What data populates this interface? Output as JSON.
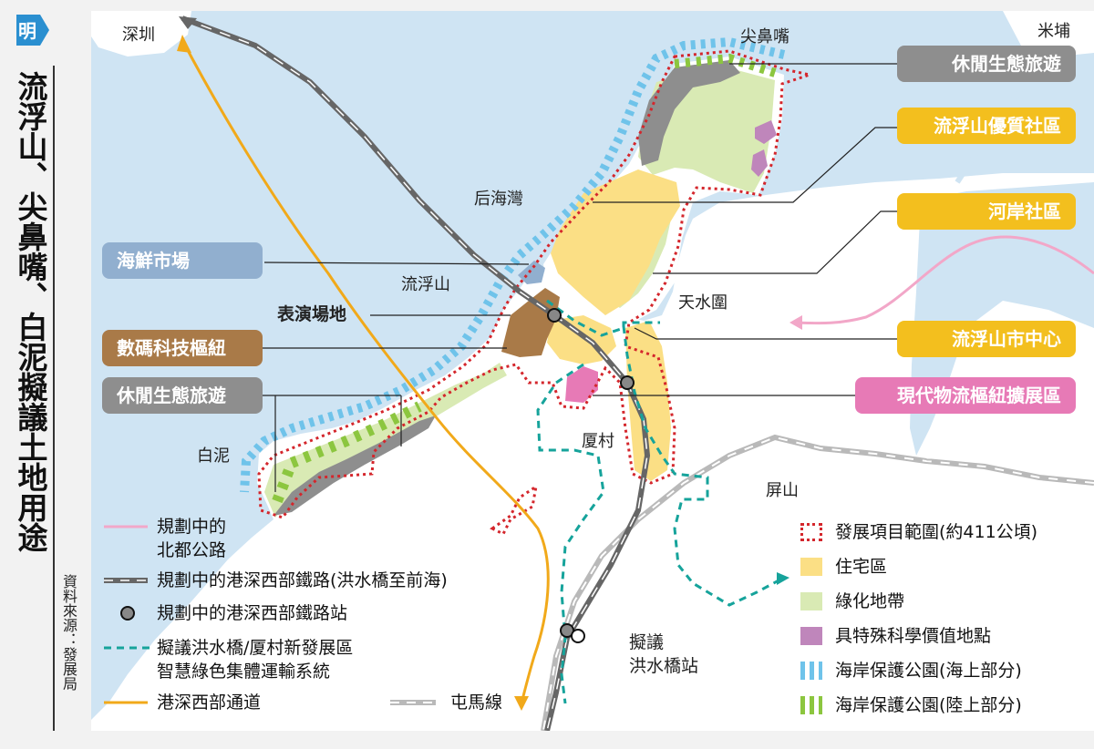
{
  "title": "流浮山、尖鼻嘴、白泥擬議土地用途",
  "source": "資料來源：發展局",
  "logo": {
    "glyph": "明",
    "icon": "ming-pao-logo-icon",
    "color": "#2a8fd0"
  },
  "places": {
    "shenzhen": "深圳",
    "mai_po": "米埔",
    "tsim_bei_tsui": "尖鼻嘴",
    "hau_hoi_wan": "后海灣",
    "lau_fau_shan": "流浮山",
    "tin_shui_wai": "天水圍",
    "performance_venue": "表演場地",
    "ha_tsuen": "厦村",
    "pak_nai": "白泥",
    "ping_shan": "屏山",
    "hung_shui_kiu_station": [
      "擬議",
      "洪水橋站"
    ]
  },
  "tags": {
    "eco_tourism_north": "休閒生態旅遊",
    "quality_community": "流浮山優質社區",
    "riverside_community": "河岸社區",
    "seafood_market": "海鮮市場",
    "digital_hub": "數碼科技樞紐",
    "eco_tourism_south": "休閒生態旅遊",
    "town_centre": "流浮山市中心",
    "logistics_hub": "現代物流樞紐擴展區"
  },
  "legend_left": {
    "northern_metro_road": [
      "規劃中的",
      "北都公路"
    ],
    "sz_rail": "規劃中的港深西部鐵路(洪水橋至前海)",
    "sz_rail_station": "規劃中的港深西部鐵路站",
    "green_transport": [
      "擬議洪水橋/厦村新發展區",
      "智慧綠色集體運輸系統"
    ],
    "western_corridor": "港深西部通道",
    "tuen_ma_line": "屯馬線"
  },
  "legend_right": {
    "project_boundary": "發展項目範圍(約411公頃)",
    "residential": "住宅區",
    "green_belt": "綠化地帶",
    "ssi": "具特殊科學價值地點",
    "coastal_park_sea": "海岸保護公園(海上部分)",
    "coastal_park_land": "海岸保護公園(陸上部分)"
  },
  "colors": {
    "sea": "#cfe4f3",
    "land": "#ffffff",
    "residential": "#fbdf85",
    "green": "#d9eab4",
    "ssi": "#bf86bb",
    "grey_tag": "#8e8e8e",
    "yellow_tag": "#f3bf1e",
    "blue_tag": "#91afcf",
    "brown_tag": "#a97a48",
    "pink_tag": "#e77ab6",
    "boundary": "#d4262c",
    "coastal_sea": "#6fc3ea",
    "coastal_land": "#8cc63f",
    "teal": "#16a39b",
    "orange": "#f1a91a",
    "pink_road": "#f2a7c8",
    "rail": "#666666",
    "tuen_ma": "#b9b9b9"
  }
}
